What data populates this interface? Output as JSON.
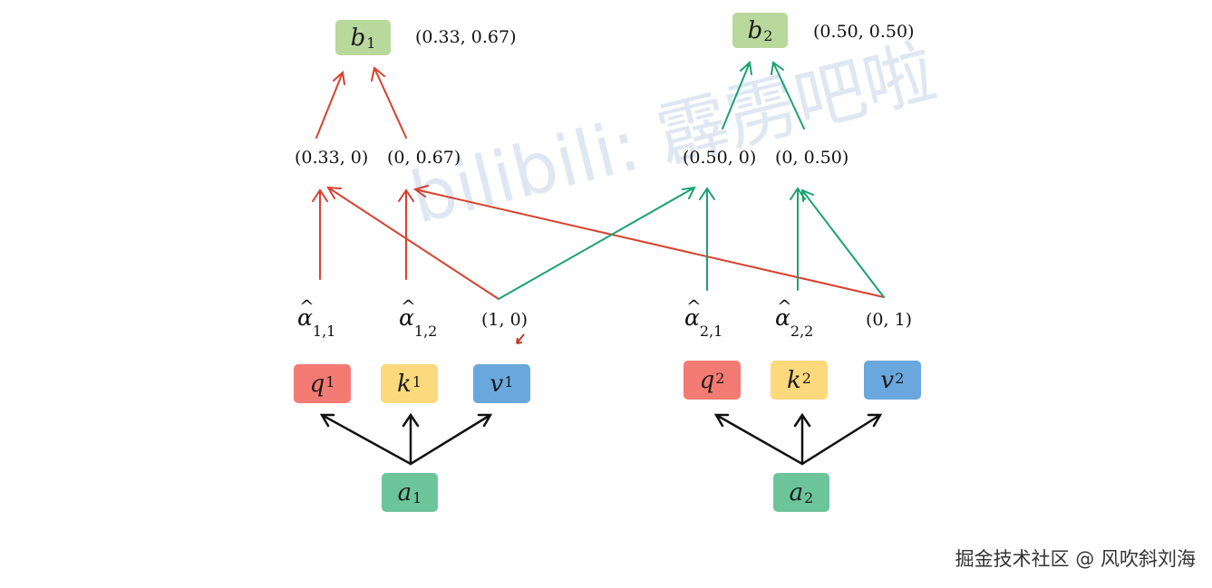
{
  "output": {
    "b1": {
      "sym": "b",
      "sub": "1",
      "vec": "(0.33, 0.67)"
    },
    "b2": {
      "sym": "b",
      "sub": "2",
      "vec": "(0.50, 0.50)"
    }
  },
  "weighted": {
    "w1a": "(0.33, 0)",
    "w1b": "(0, 0.67)",
    "w2a": "(0.50, 0)",
    "w2b": "(0, 0.50)"
  },
  "alpha": {
    "a11": {
      "sym": "α",
      "sub": "1,1"
    },
    "a12": {
      "sym": "α",
      "sub": "1,2"
    },
    "a21": {
      "sym": "α",
      "sub": "2,1"
    },
    "a22": {
      "sym": "α",
      "sub": "2,2"
    }
  },
  "values": {
    "v1": "(1, 0)",
    "v2": "(0, 1)"
  },
  "qkv1": {
    "q": {
      "sym": "q",
      "sup": "1"
    },
    "k": {
      "sym": "k",
      "sup": "1"
    },
    "v": {
      "sym": "v",
      "sup": "1"
    }
  },
  "qkv2": {
    "q": {
      "sym": "q",
      "sup": "2"
    },
    "k": {
      "sym": "k",
      "sup": "2"
    },
    "v": {
      "sym": "v",
      "sup": "2"
    }
  },
  "inputs": {
    "a1": {
      "sym": "a",
      "sub": "1"
    },
    "a2": {
      "sym": "a",
      "sub": "2"
    }
  },
  "watermark": "bilibili: 霹雳吧啦",
  "credit": "掘金技术社区 @ 风吹斜刘海",
  "colors": {
    "red_arrow": "#d9402e",
    "green_arrow": "#1aa26f",
    "black_arrow": "#111111"
  }
}
